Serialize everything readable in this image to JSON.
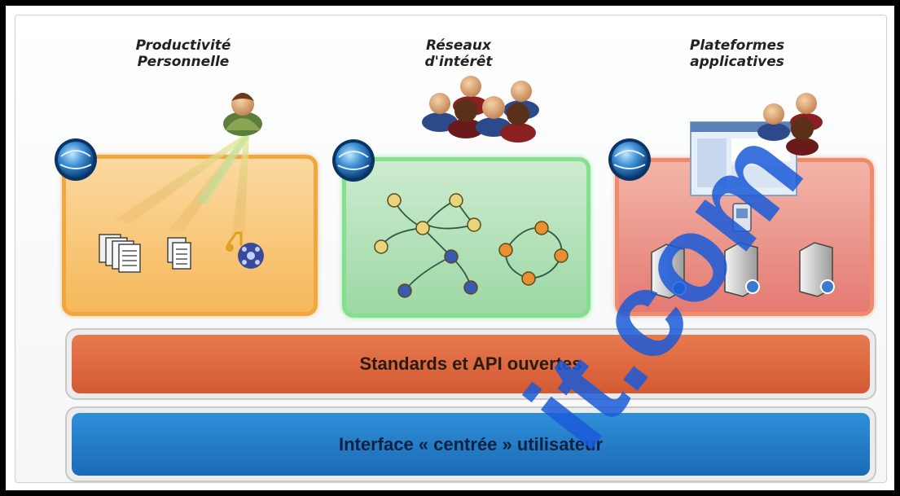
{
  "columns": {
    "productivity": {
      "title": "Productivité\nPersonnelle"
    },
    "networks": {
      "title": "Réseaux\nd'intérêt"
    },
    "platforms": {
      "title": "Plateformes\napplicatives"
    }
  },
  "layers": {
    "standards": "Standards et API ouvertes",
    "interface": "Interface « centrée » utilisateur"
  },
  "colors": {
    "productivity_panel": "#f6b85a",
    "networks_panel": "#9dd8a5",
    "platforms_panel": "#e47a72",
    "standards_bar": "#d35a32",
    "interface_bar": "#1a6bb5"
  },
  "watermark": "it.com"
}
